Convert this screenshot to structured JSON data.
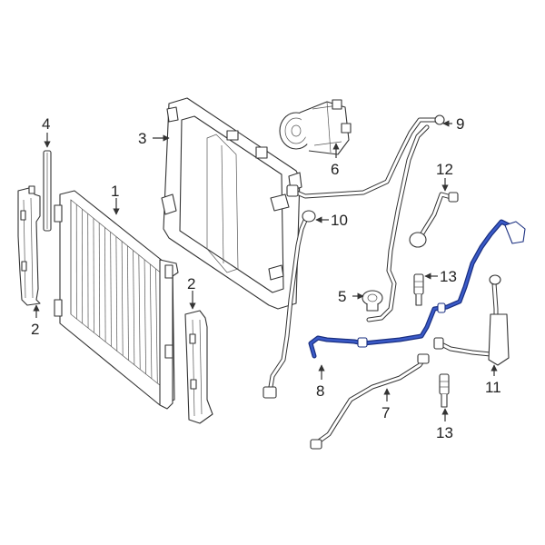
{
  "colors": {
    "ink": "#333333",
    "highlight": "#2a46b0",
    "background": "#ffffff"
  },
  "callouts": {
    "c1": "1",
    "c2a": "2",
    "c2b": "2",
    "c3": "3",
    "c4": "4",
    "c5": "5",
    "c6": "6",
    "c7": "7",
    "c8": "8",
    "c9": "9",
    "c10": "10",
    "c11": "11",
    "c12": "12",
    "c13a": "13",
    "c13b": "13"
  }
}
